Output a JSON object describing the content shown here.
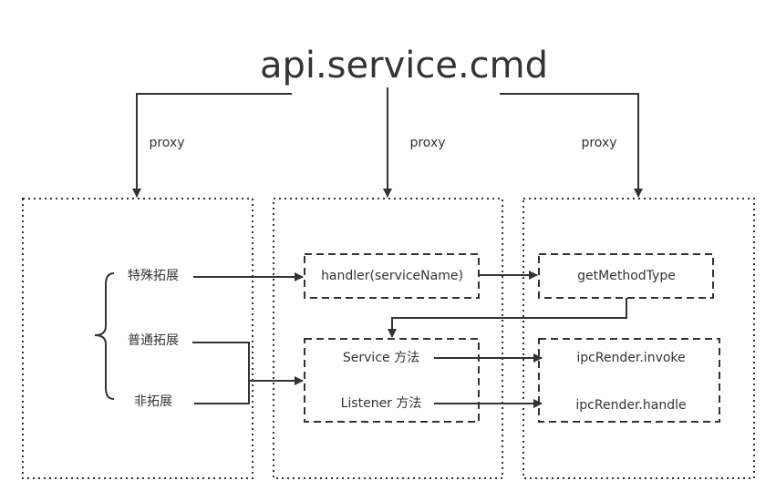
{
  "title": "api.service.cmd",
  "proxy_labels": [
    "proxy",
    "proxy",
    "proxy"
  ],
  "left": {
    "items": [
      "特殊拓展",
      "普通拓展",
      "非拓展"
    ]
  },
  "middle": {
    "handler": "handler(serviceName)",
    "service_method": "Service 方法",
    "listener_method": "Listener 方法"
  },
  "right": {
    "get_method_type": "getMethodType",
    "invoke": "ipcRender.invoke",
    "handle": "ipcRender.handle"
  }
}
